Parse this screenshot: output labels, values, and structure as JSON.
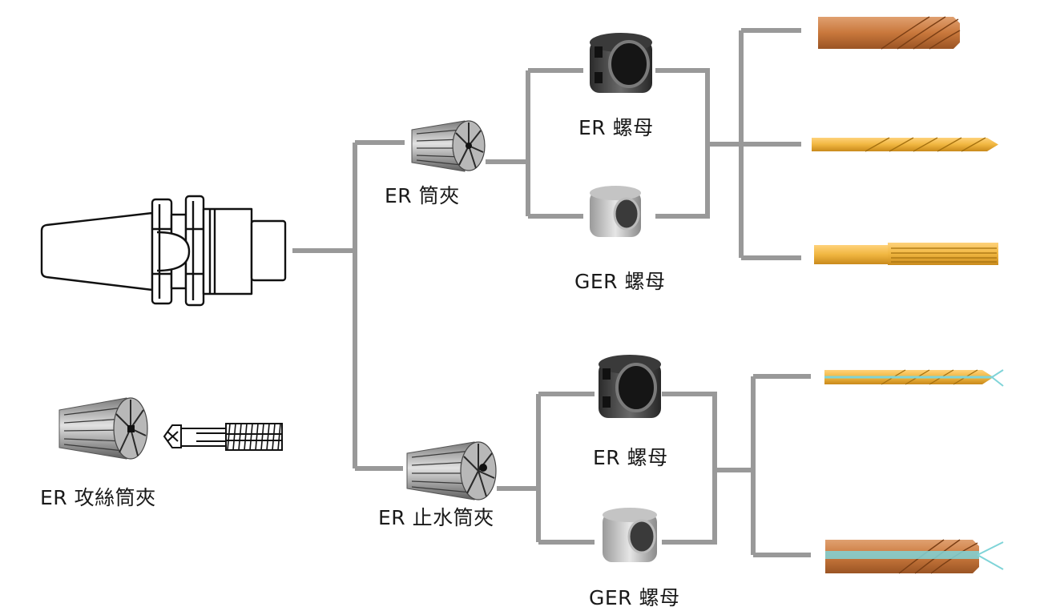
{
  "labels": {
    "er_collet": "ER 筒夾",
    "er_nut_1": "ER 螺母",
    "ger_nut_1": "GER 螺母",
    "er_coolant_collet": "ER 止水筒夾",
    "er_nut_2": "ER 螺母",
    "ger_nut_2": "GER 螺母",
    "er_tap_collet": "ER 攻絲筒夾"
  },
  "colors": {
    "connector": "#999999",
    "tool_gold": "#f0b640",
    "tool_copper": "#c9783c",
    "coolant": "#7fd4d8"
  }
}
